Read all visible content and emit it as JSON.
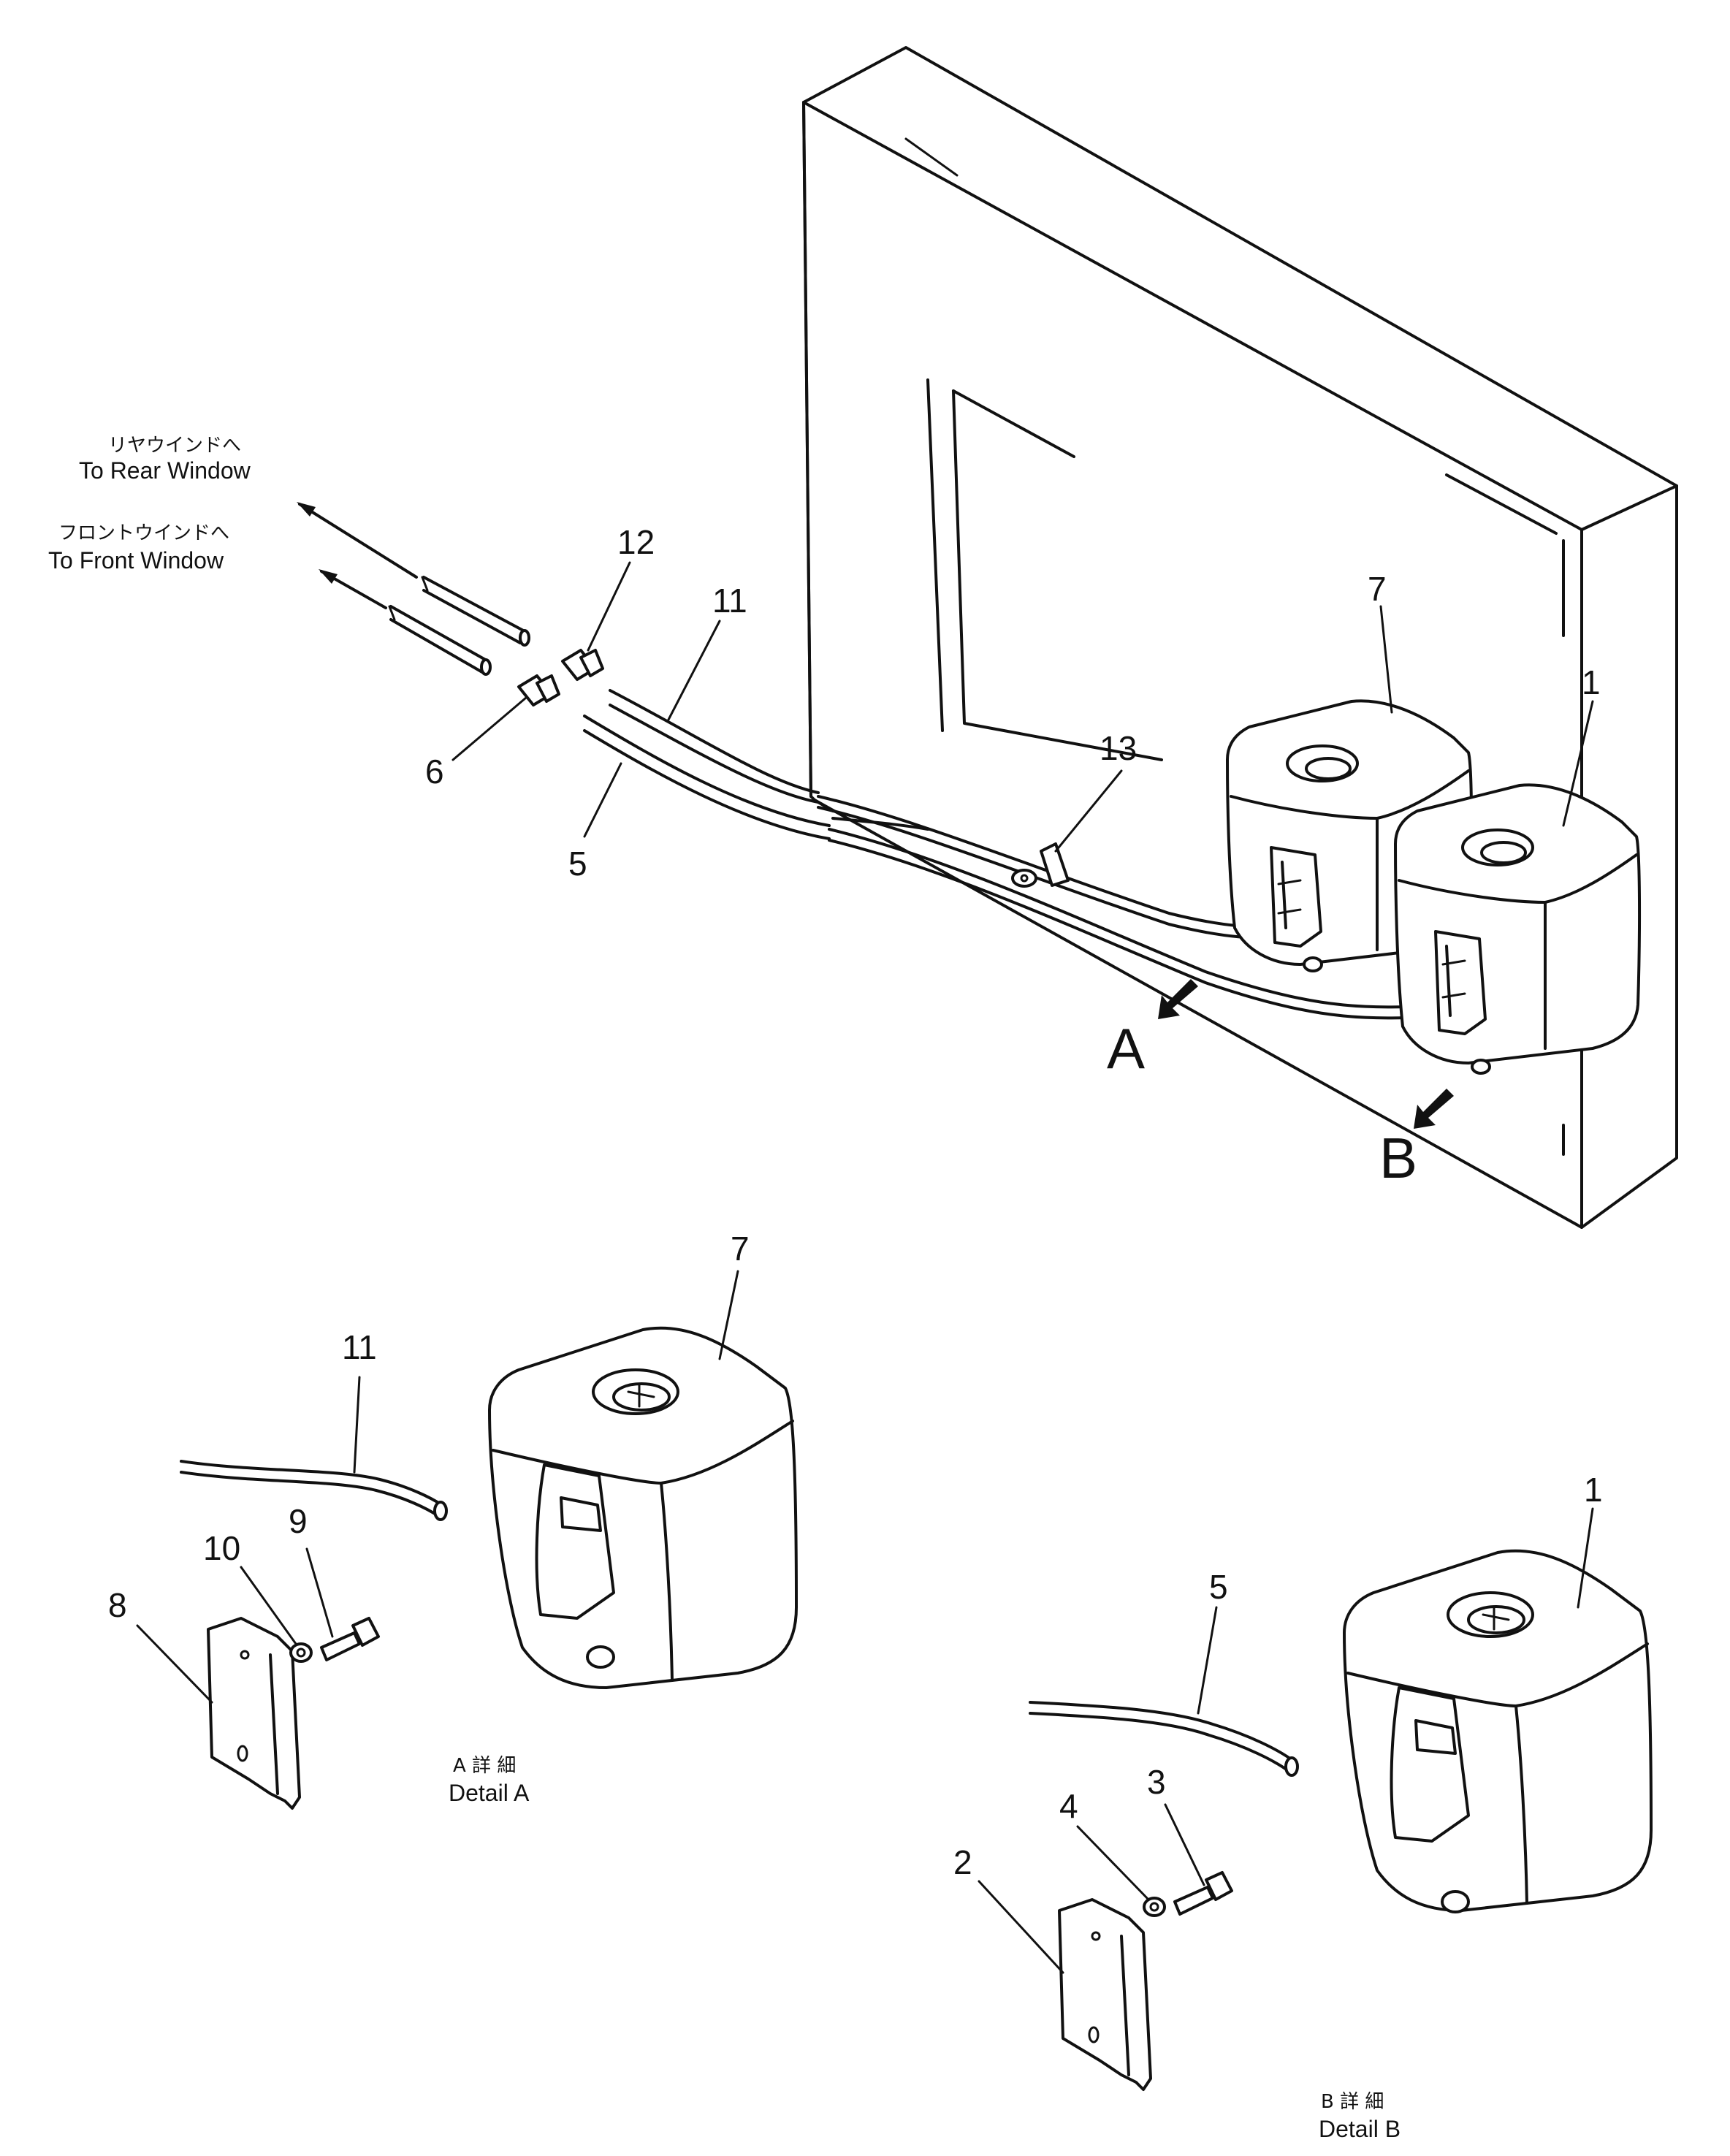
{
  "destinations": {
    "rear": {
      "jp": "リヤウインドへ",
      "en": "To Rear Window"
    },
    "front": {
      "jp": "フロントウインドへ",
      "en": "To Front Window"
    }
  },
  "view_markers": {
    "a": "A",
    "b": "B"
  },
  "details": {
    "a": {
      "jp": "A 詳 細",
      "en": "Detail A"
    },
    "b": {
      "jp": "B 詳 細",
      "en": "Detail B"
    }
  },
  "callouts": {
    "main_7": "7",
    "main_1": "1",
    "main_13": "13",
    "main_12": "12",
    "main_11": "11",
    "main_6": "6",
    "main_5": "5",
    "a_7": "7",
    "a_11": "11",
    "a_10": "10",
    "a_9": "9",
    "a_8": "8",
    "b_1": "1",
    "b_5": "5",
    "b_3": "3",
    "b_4": "4",
    "b_2": "2"
  }
}
